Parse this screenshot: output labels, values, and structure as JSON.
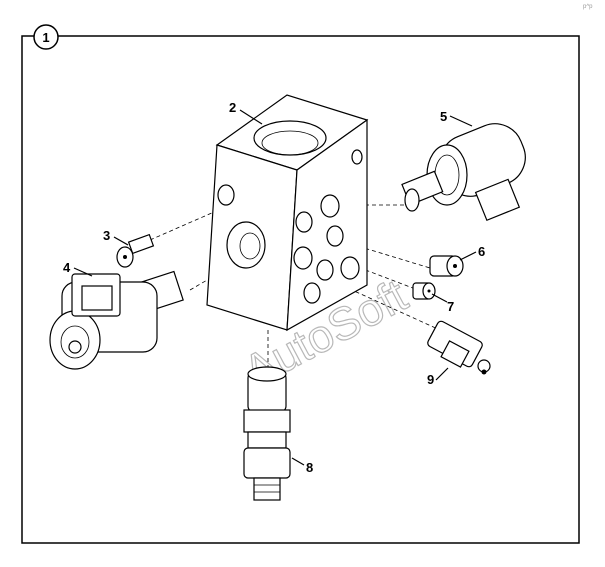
{
  "frame_label": "1",
  "callouts": {
    "p2": "2",
    "p3": "3",
    "p4": "4",
    "p5": "5",
    "p6": "6",
    "p7": "7",
    "p8": "8",
    "p9": "9"
  },
  "watermark": "AutoSoft",
  "corner_mark": "p^p"
}
